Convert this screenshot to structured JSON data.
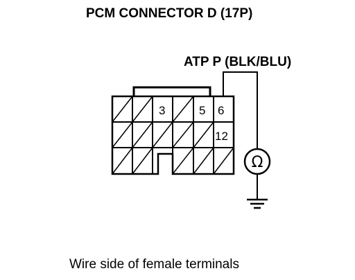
{
  "title": "PCM CONNECTOR D (17P)",
  "wire_label": "ATP P (BLK/BLU)",
  "connector": {
    "pins": [
      {
        "label": "3"
      },
      {
        "label": "5"
      },
      {
        "label": "6"
      },
      {
        "label": "12"
      }
    ]
  },
  "meter": {
    "symbol": "Ω",
    "icon": "ohmmeter-icon"
  },
  "ground": {
    "icon": "ground-icon"
  },
  "caption": "Wire side of female terminals"
}
